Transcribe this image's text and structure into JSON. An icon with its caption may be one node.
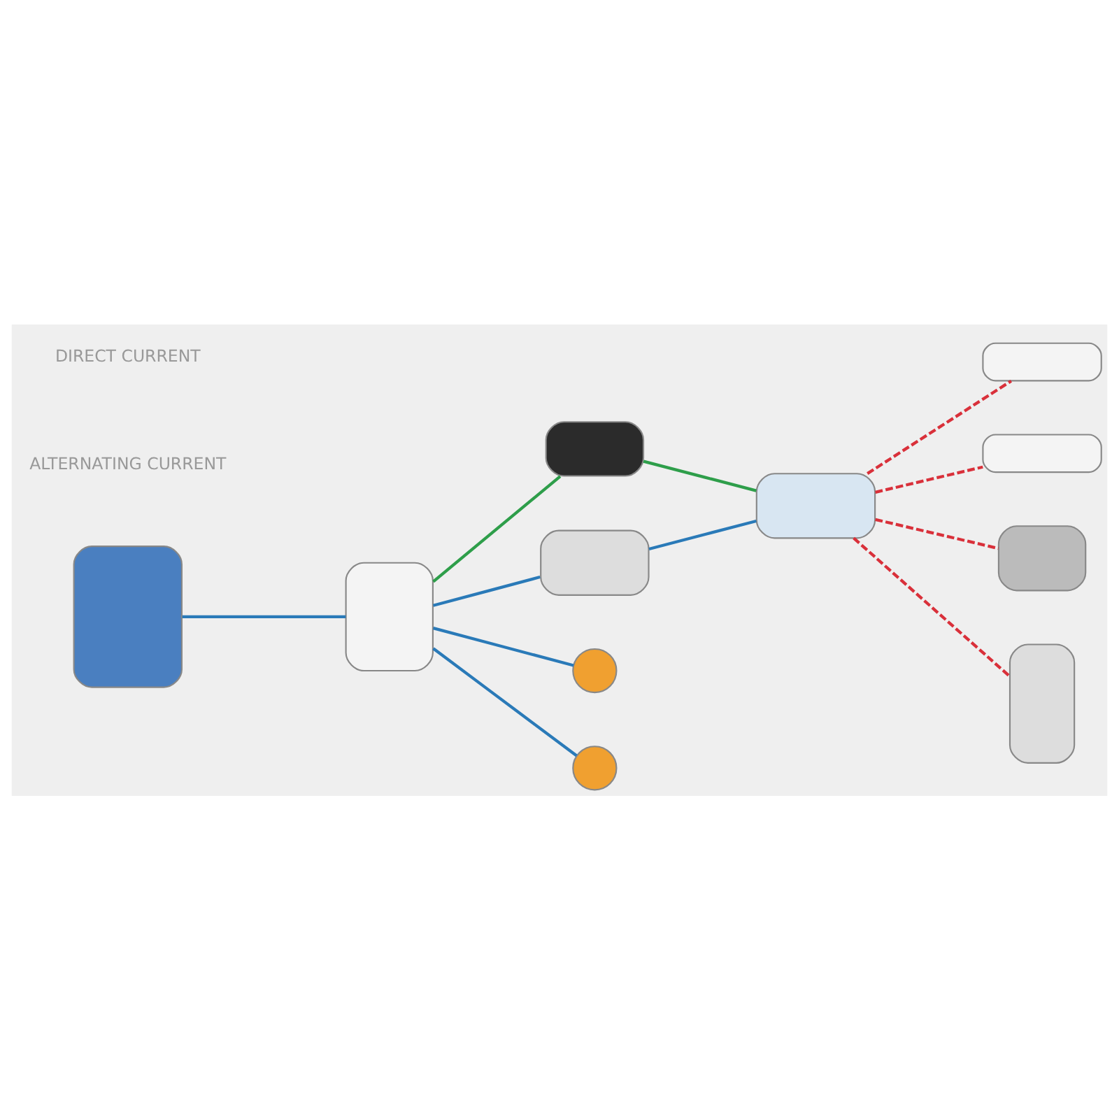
{
  "diagram": {
    "nodes": [
      {
        "text": [],
        "shape": "box"
      },
      {
        "text": [],
        "shape": "box"
      },
      {
        "text": [],
        "shape": "box"
      },
      {
        "text": [],
        "shape": "box"
      },
      {
        "text": [],
        "shape": "box"
      },
      {
        "text": [],
        "shape": "circle"
      },
      {
        "text": [],
        "shape": "circle"
      },
      {
        "text": [],
        "shape": "box"
      },
      {
        "text": [],
        "shape": "box"
      },
      {
        "text": [],
        "shape": "box"
      },
      {
        "text": [],
        "shape": "box"
      }
    ],
    "edges": [
      {
        "from": 0,
        "to": 1,
        "arrow": "none"
      },
      {
        "from": 1,
        "to": 3,
        "arrow": "none"
      },
      {
        "from": 3,
        "to": 4,
        "arrow": "none"
      },
      {
        "from": 1,
        "to": 5,
        "arrow": "none"
      },
      {
        "from": 1,
        "to": 6,
        "arrow": "none"
      },
      {
        "from": 1,
        "to": 2,
        "arrow": "none",
        "color": "#2e9e4a"
      },
      {
        "from": 2,
        "to": 4,
        "arrow": "none",
        "color": "#2e9e4a"
      },
      {
        "from": 4,
        "to": 7,
        "arrow": "none",
        "style": "dashed",
        "color": "#d9303a"
      },
      {
        "from": 4,
        "to": 8,
        "arrow": "none",
        "style": "dashed",
        "color": "#d9303a"
      },
      {
        "from": 4,
        "to": 10,
        "arrow": "none",
        "style": "dashed",
        "color": "#d9303a"
      },
      {
        "from": 4,
        "to": 9,
        "arrow": "none",
        "style": "dashed",
        "color": "#d9303a"
      }
    ],
    "legend": [
      {
        "text": "DIRECT CURRENT"
      },
      {
        "text": "ALTERNATING CURRENT"
      }
    ]
  }
}
